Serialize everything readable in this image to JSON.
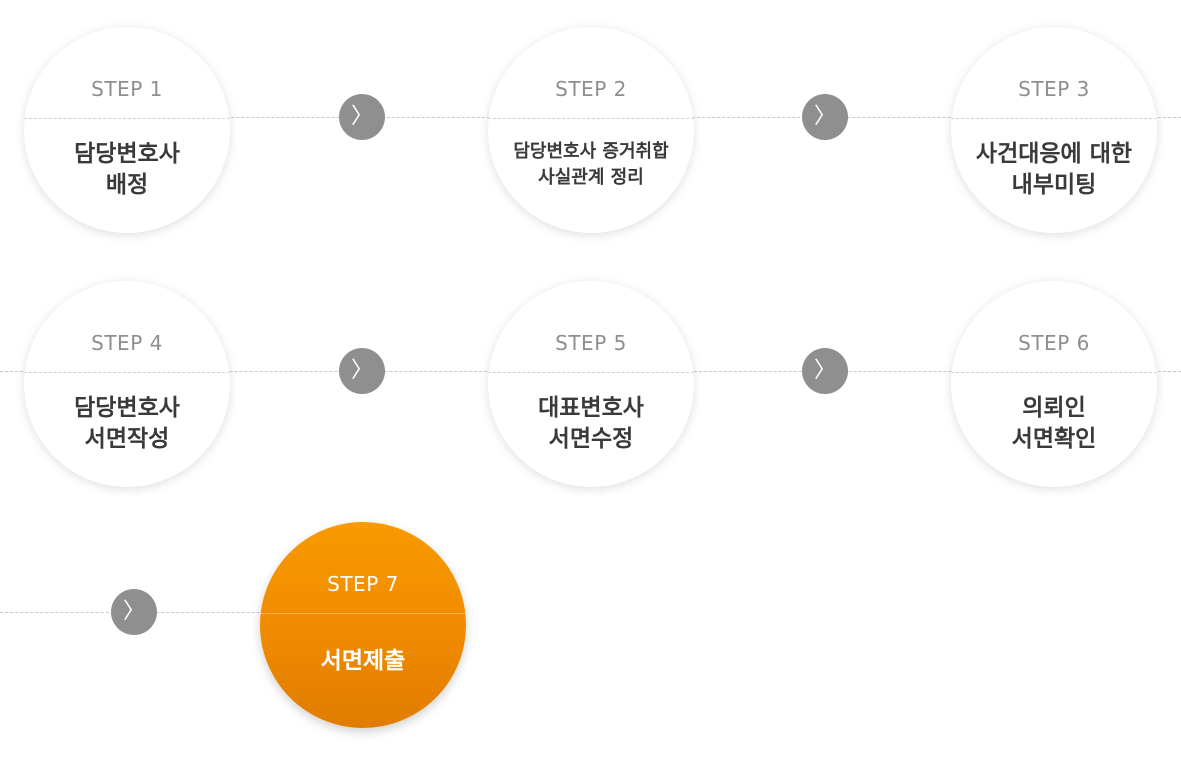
{
  "steps": [
    {
      "label": "STEP 1",
      "title_lines": [
        "담당변호사",
        "배정"
      ]
    },
    {
      "label": "STEP 2",
      "title_lines": [
        "담당변호사 증거취합",
        "사실관계 정리"
      ]
    },
    {
      "label": "STEP 3",
      "title_lines": [
        "사건대응에 대한",
        "내부미팅"
      ]
    },
    {
      "label": "STEP 4",
      "title_lines": [
        "담당변호사",
        "서면작성"
      ]
    },
    {
      "label": "STEP 5",
      "title_lines": [
        "대표변호사",
        "서면수정"
      ]
    },
    {
      "label": "STEP 6",
      "title_lines": [
        "의뢰인",
        "서면확인"
      ]
    },
    {
      "label": "STEP 7",
      "title_lines": [
        "서면제출"
      ]
    }
  ],
  "arrow_glyph": "〉",
  "colors": {
    "active_circle": "#f29000",
    "arrow_bg": "#8f8f8f",
    "step_label": "#8e8e8e",
    "title_text": "#3a3a3a"
  }
}
